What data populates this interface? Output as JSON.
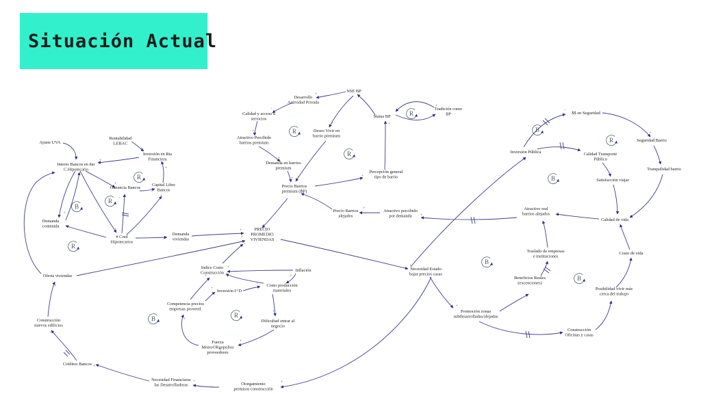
{
  "title": "Situación Actual",
  "colors": {
    "title_bg": "#33f0cc",
    "arrow": "#3d3f86",
    "sign": "#6a6a12",
    "loop": "#4d6a6a"
  },
  "nodes": [
    {
      "id": "ajuste-uva",
      "lines": [
        "Ajuste UVA"
      ]
    },
    {
      "id": "rentabilidad-lebac",
      "lines": [
        "Rentabilidad",
        "LEBAC"
      ]
    },
    {
      "id": "inversion-rta-financiera",
      "lines": [
        "Inversión en Rta",
        "Financiera"
      ]
    },
    {
      "id": "interes-bancos",
      "lines": [
        "Interes Bancos en dar",
        "C.Hipotecario"
      ]
    },
    {
      "id": "ganancia-bancos",
      "lines": [
        "Ganancia Bancos"
      ]
    },
    {
      "id": "capital-libre-bancos",
      "lines": [
        "Capital Libre",
        "Bancos"
      ]
    },
    {
      "id": "demanda-contenida",
      "lines": [
        "Demanda",
        "contenida"
      ]
    },
    {
      "id": "cred-hipotecarios",
      "lines": [
        "# Cred",
        "Hipotecarios"
      ]
    },
    {
      "id": "demanda-viviendas",
      "lines": [
        "Demanda",
        "viviendas"
      ]
    },
    {
      "id": "oferta-viviendas",
      "lines": [
        "Oferta viviendas"
      ]
    },
    {
      "id": "construccion-nuevos-edificios",
      "lines": [
        "Construcción",
        "nuevos edificios"
      ]
    },
    {
      "id": "creditos-bancos",
      "lines": [
        "Créditos Bancos"
      ]
    },
    {
      "id": "necesidad-financiarse",
      "lines": [
        "Necesidad Financiarse",
        "las Desarrolladoras"
      ]
    },
    {
      "id": "otorgamiento-permisos",
      "lines": [
        "Otorgamiento",
        "permisos construcción"
      ]
    },
    {
      "id": "precio-promedio-viviendas",
      "lines": [
        "PRECIO",
        "PROMEDIO",
        "VIVIENDAS"
      ]
    },
    {
      "id": "indice-costo-construccion",
      "lines": [
        "Indice Costo",
        "Construcción"
      ]
    },
    {
      "id": "inflacion",
      "lines": [
        "Inflación"
      ]
    },
    {
      "id": "inversion-id",
      "lines": [
        "Inversión I+D"
      ]
    },
    {
      "id": "costo-produccion-materiales",
      "lines": [
        "Costo producción",
        "materiales"
      ]
    },
    {
      "id": "competencia-precios",
      "lines": [
        "Competencia precios",
        "empresas proveed."
      ]
    },
    {
      "id": "dificultad-entrar-negocio",
      "lines": [
        "Dificultad entrar al",
        "negocio"
      ]
    },
    {
      "id": "fuerza-mono-oligopolios",
      "lines": [
        "Fuerza",
        "Mono/Oligopolios",
        "proveedores"
      ]
    },
    {
      "id": "nse-bp",
      "lines": [
        "NSE BP"
      ]
    },
    {
      "id": "desarrollo-actividad-privada",
      "lines": [
        "Desarrollo",
        "Actividad Privada"
      ]
    },
    {
      "id": "calidad-acceso-servicios",
      "lines": [
        "Calidad y acceso a",
        "servicios"
      ]
    },
    {
      "id": "atractivo-percibido-premium",
      "lines": [
        "Atractivo Percibido",
        "barrios premium"
      ]
    },
    {
      "id": "deseo-vivir-premium",
      "lines": [
        "Deseo Vivir en",
        "barrio premium"
      ]
    },
    {
      "id": "status-bp",
      "lines": [
        "Status BP"
      ]
    },
    {
      "id": "tradicion-como-bp",
      "lines": [
        "Tradición como",
        "BP"
      ]
    },
    {
      "id": "demanda-barrios-premium",
      "lines": [
        "Demanda en barrios",
        "premium"
      ]
    },
    {
      "id": "percepcion-general-barrio",
      "lines": [
        "Percepción general",
        "tipo de barrio"
      ]
    },
    {
      "id": "precio-barrios-premium",
      "lines": [
        "Precio Barrios",
        "premium (BP)"
      ]
    },
    {
      "id": "precio-barrios-alejados",
      "lines": [
        "Precio Barrios",
        "alejados"
      ]
    },
    {
      "id": "atractivo-percibido-demanda",
      "lines": [
        "Atractivo percibido",
        "por demanda"
      ]
    },
    {
      "id": "necesidad-estado",
      "lines": [
        "Necesidad Estado",
        "bajar precios casas"
      ]
    },
    {
      "id": "promocion-zonas",
      "lines": [
        "Promoción zonas",
        "subdesarrolladas/alejadas"
      ]
    },
    {
      "id": "inversion-publica",
      "lines": [
        "Inversión Pública"
      ]
    },
    {
      "id": "ss-seguridad",
      "lines": [
        "$$ en Seguridad"
      ]
    },
    {
      "id": "seguridad-barrio",
      "lines": [
        "Seguridad Barrio"
      ]
    },
    {
      "id": "tranquilidad-barrio",
      "lines": [
        "Tranquilidad barrio"
      ]
    },
    {
      "id": "calidad-transporte-publico",
      "lines": [
        "Calidad Transporte",
        "Público"
      ]
    },
    {
      "id": "satisfaccion-viajar",
      "lines": [
        "Satisfacción viajar"
      ]
    },
    {
      "id": "atractivo-real-alejados",
      "lines": [
        "Atractivo real",
        "barrios alejados"
      ]
    },
    {
      "id": "calidad-de-vida",
      "lines": [
        "Calidad de vida"
      ]
    },
    {
      "id": "costo-de-vida",
      "lines": [
        "Costo de vida"
      ]
    },
    {
      "id": "traslado-empresas",
      "lines": [
        "Traslado de empresas",
        "e instituciones"
      ]
    },
    {
      "id": "beneficios-reales",
      "lines": [
        "Beneficios Reales",
        "(excenciones)"
      ]
    },
    {
      "id": "posibilidad-vivir-cerca",
      "lines": [
        "Posibilidad vivir más",
        "cerca del trabajo"
      ]
    },
    {
      "id": "construccion-oficinas-casas",
      "lines": [
        "Construcción",
        "Oficinas y casas"
      ]
    }
  ],
  "loops": [
    {
      "id": "loop-1",
      "type": "R"
    },
    {
      "id": "loop-2",
      "type": "B"
    },
    {
      "id": "loop-3",
      "type": "R"
    },
    {
      "id": "loop-4",
      "type": "R"
    },
    {
      "id": "loop-5",
      "type": "R"
    },
    {
      "id": "loop-6",
      "type": "R"
    },
    {
      "id": "loop-7",
      "type": "R"
    },
    {
      "id": "loop-8",
      "type": "R"
    },
    {
      "id": "loop-9",
      "type": "B"
    },
    {
      "id": "loop-10",
      "type": "R"
    },
    {
      "id": "loop-11",
      "type": "B"
    },
    {
      "id": "loop-12",
      "type": "B"
    },
    {
      "id": "loop-13",
      "type": "B"
    },
    {
      "id": "loop-14",
      "type": "B"
    }
  ],
  "signs": [
    {
      "id": "s1",
      "text": "+"
    },
    {
      "id": "s2",
      "text": "+"
    },
    {
      "id": "s3",
      "text": "+"
    },
    {
      "id": "s4",
      "text": "+"
    },
    {
      "id": "s5",
      "text": "+"
    },
    {
      "id": "s6",
      "text": "-"
    },
    {
      "id": "s7",
      "text": "+"
    },
    {
      "id": "s8",
      "text": "+"
    },
    {
      "id": "s9",
      "text": "-"
    },
    {
      "id": "s10",
      "text": "+"
    },
    {
      "id": "s11",
      "text": "+"
    },
    {
      "id": "s12",
      "text": "+"
    },
    {
      "id": "s13",
      "text": "+"
    },
    {
      "id": "s14",
      "text": "-"
    },
    {
      "id": "s15",
      "text": "+"
    },
    {
      "id": "s16",
      "text": "+"
    },
    {
      "id": "s17",
      "text": "+"
    },
    {
      "id": "s18",
      "text": "+"
    },
    {
      "id": "s19",
      "text": "+"
    },
    {
      "id": "s20",
      "text": "+"
    },
    {
      "id": "s21",
      "text": "+"
    },
    {
      "id": "s22",
      "text": "+"
    },
    {
      "id": "s23",
      "text": "+"
    },
    {
      "id": "s24",
      "text": "-"
    },
    {
      "id": "s25",
      "text": "+"
    },
    {
      "id": "s26",
      "text": "+"
    },
    {
      "id": "s27",
      "text": "+"
    },
    {
      "id": "s28",
      "text": "+"
    },
    {
      "id": "s29",
      "text": "+"
    },
    {
      "id": "s30",
      "text": "+"
    },
    {
      "id": "s31",
      "text": "+"
    },
    {
      "id": "s32",
      "text": "-"
    },
    {
      "id": "s33",
      "text": "+"
    },
    {
      "id": "s34",
      "text": "+"
    },
    {
      "id": "s35",
      "text": "+"
    },
    {
      "id": "s36",
      "text": "+"
    },
    {
      "id": "s37",
      "text": "+"
    },
    {
      "id": "s38",
      "text": "+"
    },
    {
      "id": "s39",
      "text": "+"
    },
    {
      "id": "s40",
      "text": "+"
    },
    {
      "id": "s41",
      "text": "+"
    },
    {
      "id": "s42",
      "text": "+"
    },
    {
      "id": "s43",
      "text": "+"
    },
    {
      "id": "s44",
      "text": "+"
    },
    {
      "id": "s45",
      "text": "+"
    },
    {
      "id": "s46",
      "text": "+"
    },
    {
      "id": "s47",
      "text": "+"
    },
    {
      "id": "s48",
      "text": "-"
    },
    {
      "id": "s49",
      "text": "+"
    },
    {
      "id": "s50",
      "text": "+"
    }
  ]
}
